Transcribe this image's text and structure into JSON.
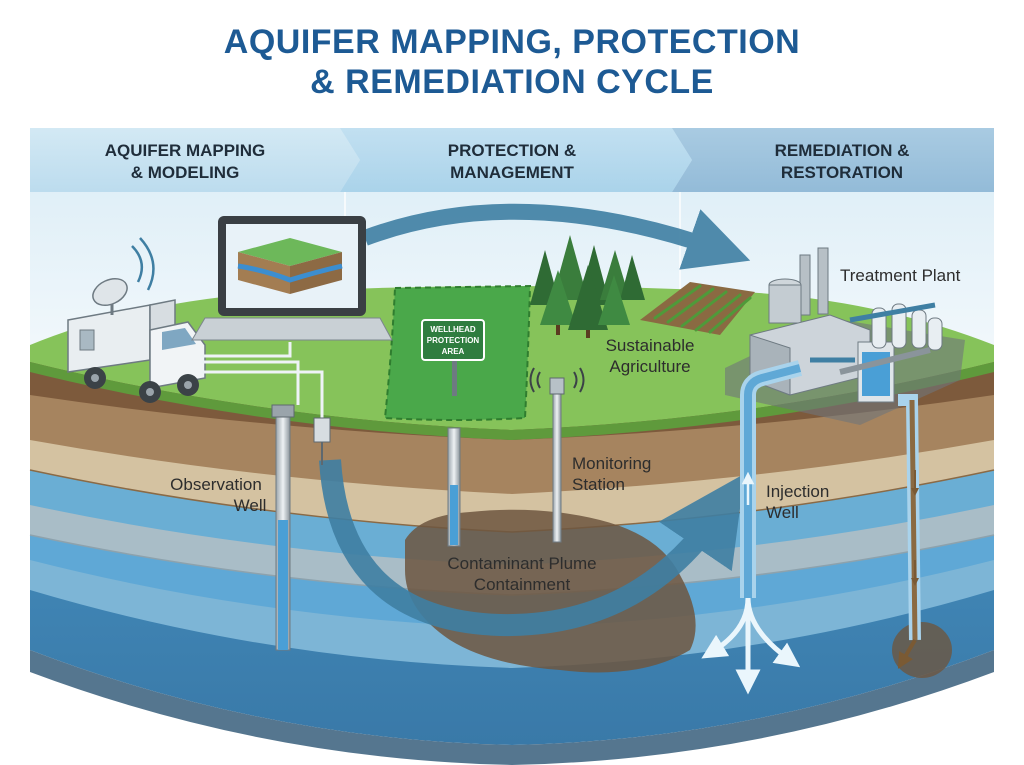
{
  "title": {
    "line1": "AQUIFER MAPPING, PROTECTION",
    "line2": "& REMEDIATION CYCLE"
  },
  "stages": [
    {
      "line1": "AQUIFER MAPPING",
      "line2": "& MODELING"
    },
    {
      "line1": "PROTECTION &",
      "line2": "MANAGEMENT"
    },
    {
      "line1": "REMEDIATION &",
      "line2": "RESTORATION"
    }
  ],
  "labels": {
    "observation_well": {
      "line1": "Observation",
      "line2": "Well"
    },
    "monitoring_station": {
      "line1": "Monitoring",
      "line2": "Station"
    },
    "contaminant_plume": {
      "line1": "Contaminant Plume",
      "line2": "Containment"
    },
    "injection_well": {
      "line1": "Injection",
      "line2": "Well"
    },
    "treatment_plant": "Treatment Plant",
    "sustainable_agriculture": {
      "line1": "Sustainable",
      "line2": "Agriculture"
    },
    "wellhead_sign": {
      "line1": "WELLHEAD",
      "line2": "PROTECTION",
      "line3": "AREA"
    }
  },
  "colors": {
    "title": "#1d5a94",
    "grass": "#86c35a",
    "protection_zone": "#4aa84a",
    "aquifer": "#4b98c8",
    "soil": "#9a7b5c",
    "arrow": "#3f7fa3",
    "plume": "#6d5640"
  }
}
